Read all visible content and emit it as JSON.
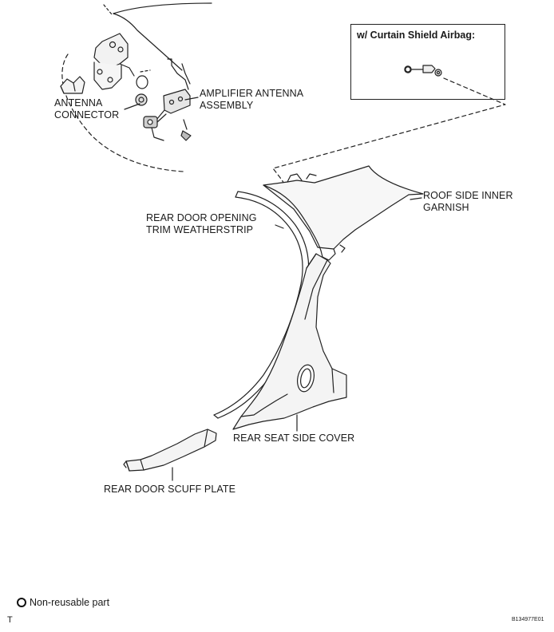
{
  "inset": {
    "title": "w/ Curtain Shield Airbag:"
  },
  "labels": {
    "antenna_connector": [
      "ANTENNA",
      "CONNECTOR"
    ],
    "amplifier_antenna": [
      "AMPLIFIER ANTENNA",
      "ASSEMBLY"
    ],
    "roof_side_inner_garnish": [
      "ROOF SIDE INNER",
      "GARNISH"
    ],
    "rear_door_weatherstrip": [
      "REAR DOOR OPENING",
      "TRIM WEATHERSTRIP"
    ],
    "rear_seat_side_cover": "REAR SEAT SIDE COVER",
    "rear_door_scuff_plate": "REAR DOOR SCUFF PLATE"
  },
  "legend": {
    "non_reusable": "Non-reusable part"
  },
  "footer": {
    "corner_mark": "T",
    "figure_code": "B134977E01"
  }
}
